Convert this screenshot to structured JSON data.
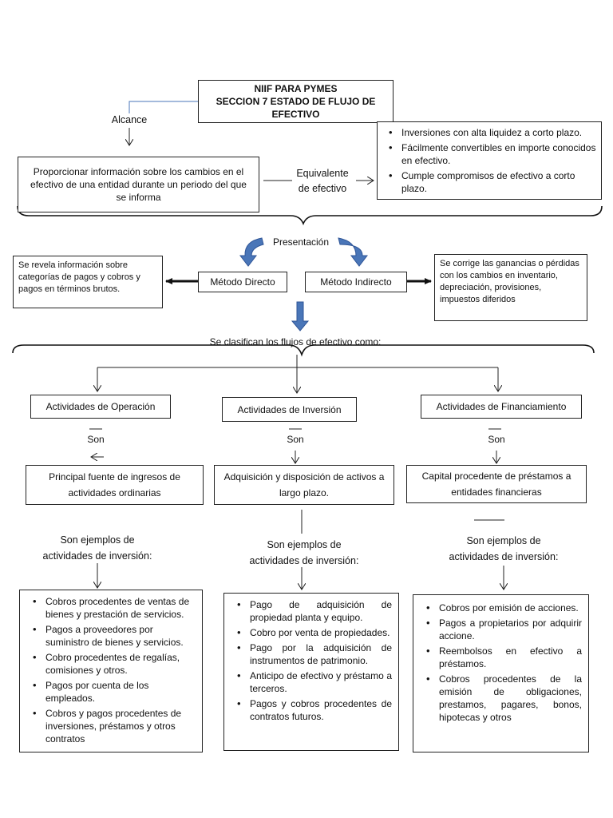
{
  "header": {
    "line1": "NIIF PARA PYMES",
    "line2": "SECCION 7 ESTADO DE FLUJO DE EFECTIVO"
  },
  "alcance": "Alcance",
  "proporcionar": "Proporcionar información  sobre los cambios en el efectivo de una entidad  durante un periodo del que se informa",
  "equivalente": {
    "line1": "Equivalente",
    "line2": "de efectivo"
  },
  "equivalente_items": [
    "Inversiones con alta liquidez a corto plazo.",
    "Fácilmente convertibles en importe conocidos en efectivo.",
    "Cumple compromisos de efectivo a corto plazo."
  ],
  "presentacion": "Presentación",
  "metodo_directo": "Método Directo",
  "metodo_indirecto": "Método Indirecto",
  "directo_desc": "Se revela información sobre categorías de pagos y cobros y pagos en términos brutos.",
  "indirecto_desc": "Se corrige las ganancias o pérdidas con los cambios en inventario, depreciación, provisiones, impuestos diferidos",
  "clasifican": "Se clasifican los flujos de efectivo como:",
  "columns": [
    {
      "title": "Actividades de  Operación",
      "son": "Son",
      "definition": "Principal fuente de ingresos de actividades ordinarias",
      "examples_label": "Son ejemplos de actividades de inversión:",
      "examples": [
        "Cobros procedentes de ventas de bienes y prestación de servicios.",
        "Pagos a proveedores por suministro de bienes y servicios.",
        "Cobro procedentes de regalías, comisiones  y otros.",
        "Pagos por cuenta de los empleados.",
        "Cobros y pagos procedentes de inversiones, préstamos y otros contratos"
      ]
    },
    {
      "title": "Actividades de  Inversión",
      "son": "Son",
      "definition": "Adquisición y disposición de activos a largo plazo.",
      "examples_label": "Son ejemplos de actividades de inversión:",
      "examples": [
        "Pago de adquisición de propiedad planta y equipo.",
        "Cobro por venta de propiedades.",
        "Pago por la adquisición de instrumentos de patrimonio.",
        "Anticipo de efectivo y préstamo a terceros.",
        "Pagos y cobros procedentes de contratos futuros."
      ]
    },
    {
      "title": "Actividades de  Financiamiento",
      "son": "Son",
      "definition": "Capital procedente de préstamos a entidades financieras",
      "examples_label": "Son ejemplos de actividades de inversión:",
      "examples": [
        "Cobros por emisión de acciones.",
        "Pagos a propietarios por adquirir accione.",
        "Reembolsos en efectivo a préstamos.",
        "Cobros procedentes de la emisión de obligaciones, prestamos, pagares, bonos, hipotecas y otros"
      ]
    }
  ],
  "colors": {
    "blue_arrow": "#4a76b8",
    "blue_arrow_dark": "#2f5597",
    "connector": "#4a76b8",
    "text": "#111111"
  }
}
